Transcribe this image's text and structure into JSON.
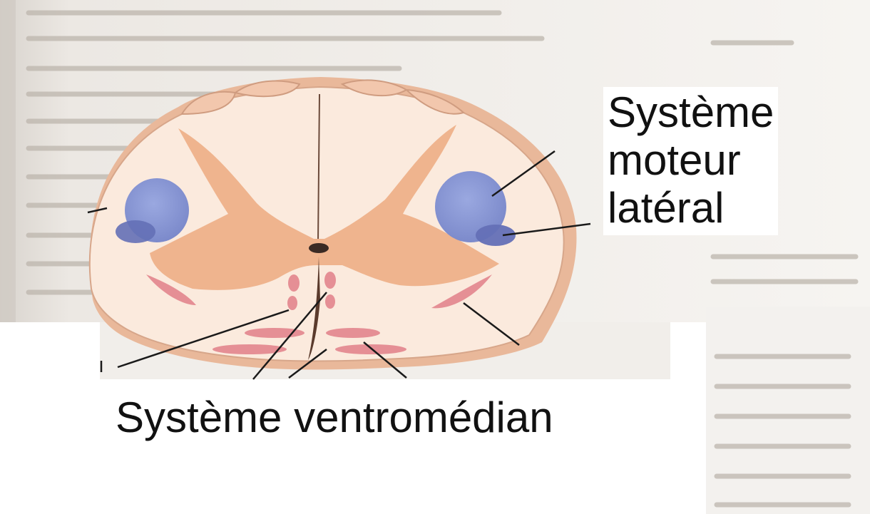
{
  "labels": {
    "lateral_system": [
      "Système",
      "moteur",
      "latéral"
    ],
    "ventromedial_system": "Système ventromédian"
  },
  "colors": {
    "page_background": "#f3f1ee",
    "cord_fill": "#fbe9dc",
    "cord_rim": "#e4b89c",
    "gray_matter": "#efb48e",
    "blue_tract": "#8c9bd8",
    "dark_blue_tract": "#6470b6",
    "pink_tract": "#e58f95",
    "text_lines": "#b9b2aa",
    "leader_line": "#1a1a1a"
  }
}
